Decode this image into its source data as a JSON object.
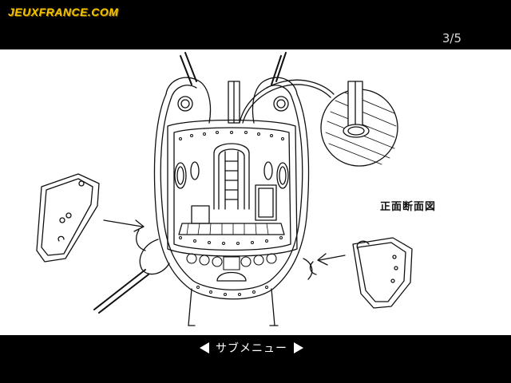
{
  "header": {
    "logo_text": "JEUXFRANCE.COM",
    "page_counter": "3/5"
  },
  "content": {
    "caption": "正面断面図"
  },
  "footer": {
    "prev_icon": "triangle-left-icon",
    "submenu_label": "サブメニュー",
    "next_icon": "triangle-right-icon"
  },
  "colors": {
    "logo": "#f5c400",
    "background": "#000000",
    "panel": "#ffffff",
    "ink": "#111111"
  }
}
